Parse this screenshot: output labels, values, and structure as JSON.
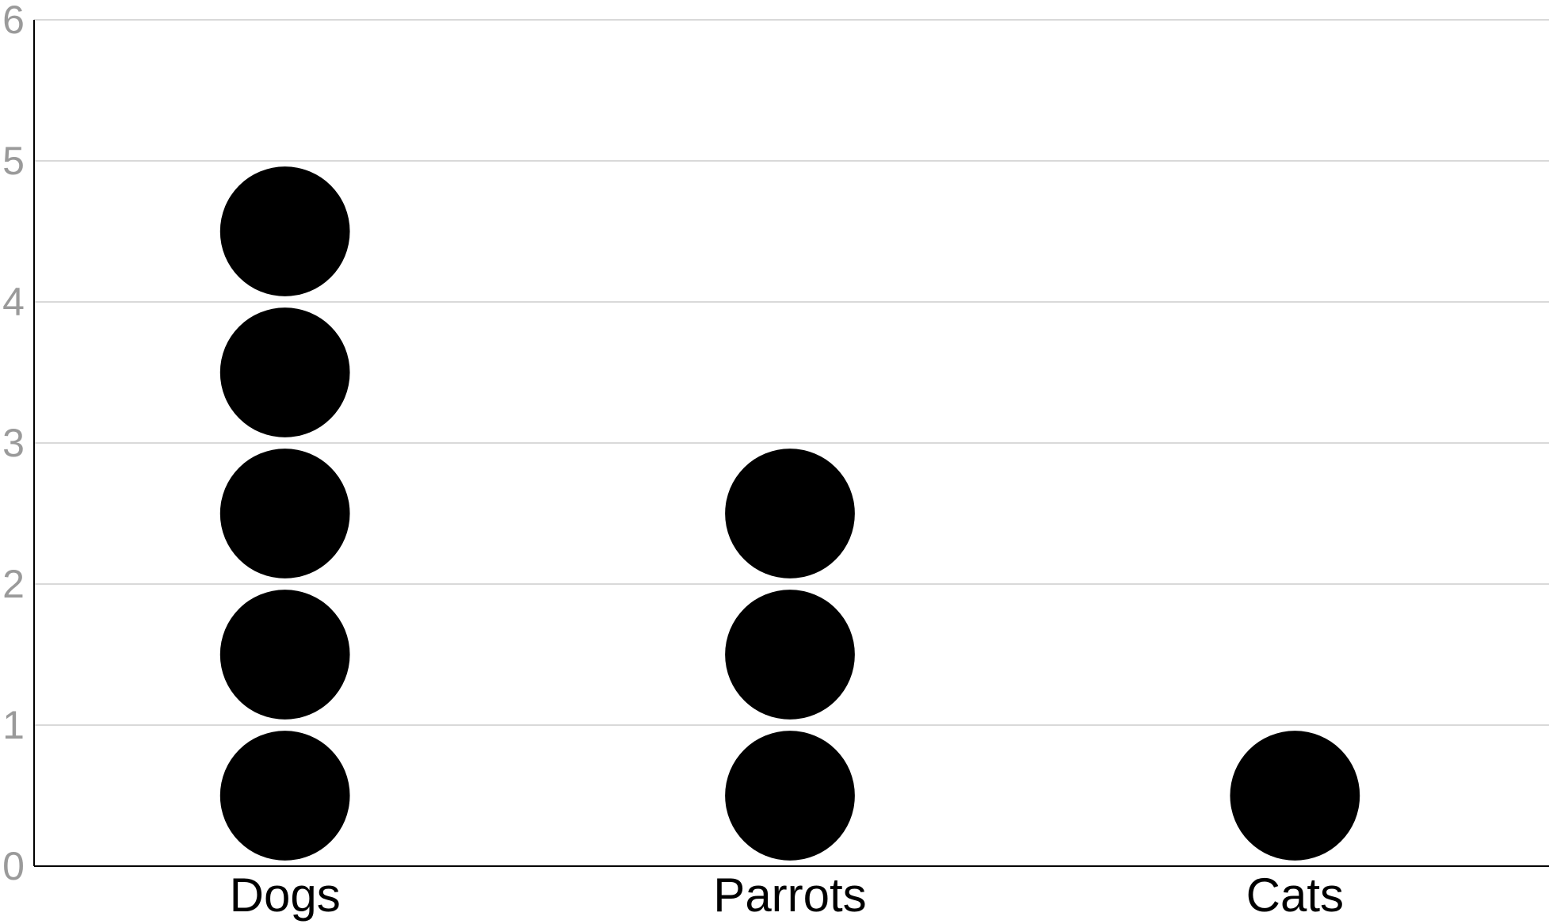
{
  "chart_data": {
    "type": "dot",
    "categories": [
      "Dogs",
      "Parrots",
      "Cats"
    ],
    "values": [
      5,
      3,
      1
    ],
    "ylim": [
      0,
      6
    ],
    "yticks": [
      "0",
      "1",
      "2",
      "3",
      "4",
      "5",
      "6"
    ],
    "grid": true,
    "colors": {
      "dot": "#000000",
      "grid": "#d9d9d9",
      "axis": "#000000",
      "y_tick_label": "#9a9a9a",
      "x_tick_label": "#000000"
    }
  }
}
